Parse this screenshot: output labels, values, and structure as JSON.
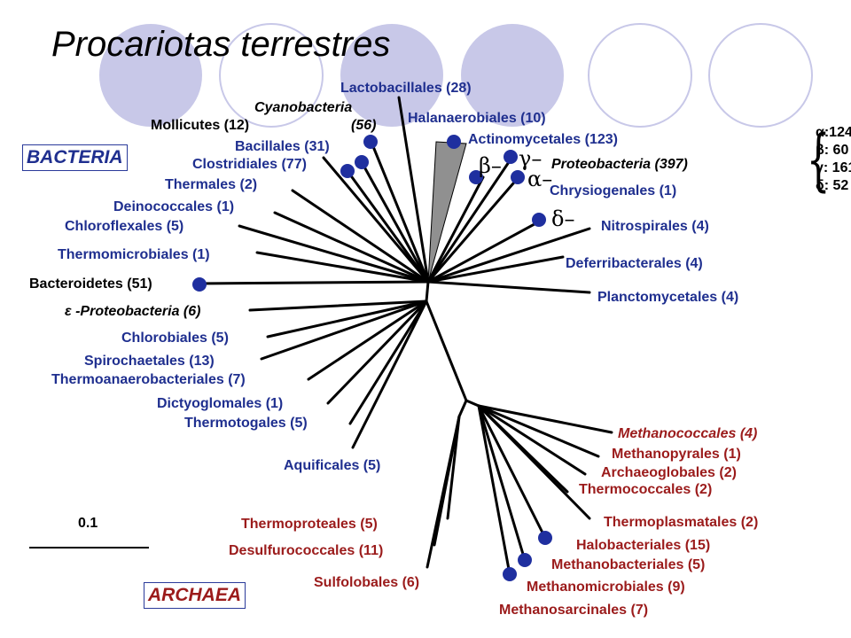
{
  "title": "Procariotas terrestres",
  "domains": {
    "bacteria": "BACTERIA",
    "archaea": "ARCHAEA"
  },
  "scale": "0.1",
  "colors": {
    "bacteria": "#1f2f8f",
    "archaea": "#9b1b1b",
    "black": "#000000",
    "dot": "#1f2f9f",
    "circle": "#c8c8e8"
  },
  "greek": {
    "beta": "β–",
    "gamma": "γ–",
    "alpha": "α–",
    "delta": "δ–"
  },
  "proteo_counts": [
    "α:124",
    "β: 60",
    "γ: 161",
    "δ: 52"
  ],
  "brace": "{",
  "labels": {
    "lactobacillales": "Lactobacillales (28)",
    "cyanobacteria": "Cyanobacteria",
    "cyanobacteria_count": "(56)",
    "mollicutes": "Mollicutes (12)",
    "halanaerobiales": "Halanaerobiales (10)",
    "actinomycetales": "Actinomycetales (123)",
    "bacillales": "Bacillales (31)",
    "clostridiales": "Clostridiales (77)",
    "proteobacteria": "Proteobacteria (397)",
    "thermales": "Thermales (2)",
    "chrysiogenales": "Chrysiogenales (1)",
    "deinococcales": "Deinococcales (1)",
    "chloroflexales": "Chloroflexales (5)",
    "nitrospirales": "Nitrospirales (4)",
    "thermomicrobiales": "Thermomicrobiales (1)",
    "deferribacterales": "Deferribacterales (4)",
    "bacteroidetes": "Bacteroidetes (51)",
    "planctomycetales": "Planctomycetales (4)",
    "epsilon": "ε -Proteobacteria (6)",
    "chlorobiales": "Chlorobiales (5)",
    "spirochaetales": "Spirochaetales (13)",
    "thermoanaerobacteriales": "Thermoanaerobacteriales (7)",
    "dictyoglomales": "Dictyoglomales (1)",
    "thermotogales": "Thermotogales (5)",
    "aquificales": "Aquificales (5)",
    "methanococcales": "Methanococcales (4)",
    "methanopyrales": "Methanopyrales (1)",
    "archaeoglobales": "Archaeoglobales (2)",
    "thermococcales": "Thermococcales (2)",
    "thermoplasmatales": "Thermoplasmatales (2)",
    "thermoproteales": "Thermoproteales (5)",
    "halobacteriales": "Halobacteriales (15)",
    "desulfurococcales": "Desulfurococcales (11)",
    "methanobacteriales": "Methanobacteriales (5)",
    "sulfolobales": "Sulfolobales (6)",
    "methanomicrobiales": "Methanomicrobiales (9)",
    "methanosarcinales": "Methanosarcinales (7)"
  }
}
